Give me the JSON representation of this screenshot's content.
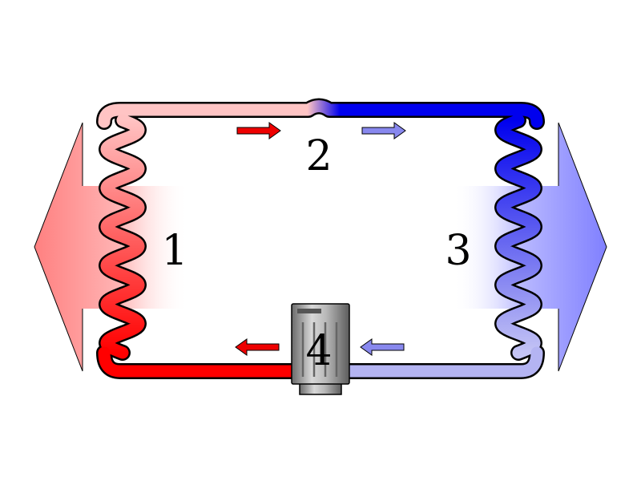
{
  "diagram": {
    "labels": {
      "condenser": "1",
      "expansion_valve": "2",
      "evaporator": "3",
      "compressor": "4"
    },
    "colors": {
      "hot": "#ff0000",
      "hot_light": "#ffb0b0",
      "cold": "#0000ee",
      "cold_light": "#b4b4f2",
      "heat_out": "#ff8080",
      "heat_in": "#8080ff",
      "arrow_hot": "#ee0000",
      "arrow_cold": "#8888ee",
      "compressor_body": "#9a9a9a"
    },
    "flow_arrows": [
      "right",
      "right",
      "left",
      "left"
    ]
  }
}
